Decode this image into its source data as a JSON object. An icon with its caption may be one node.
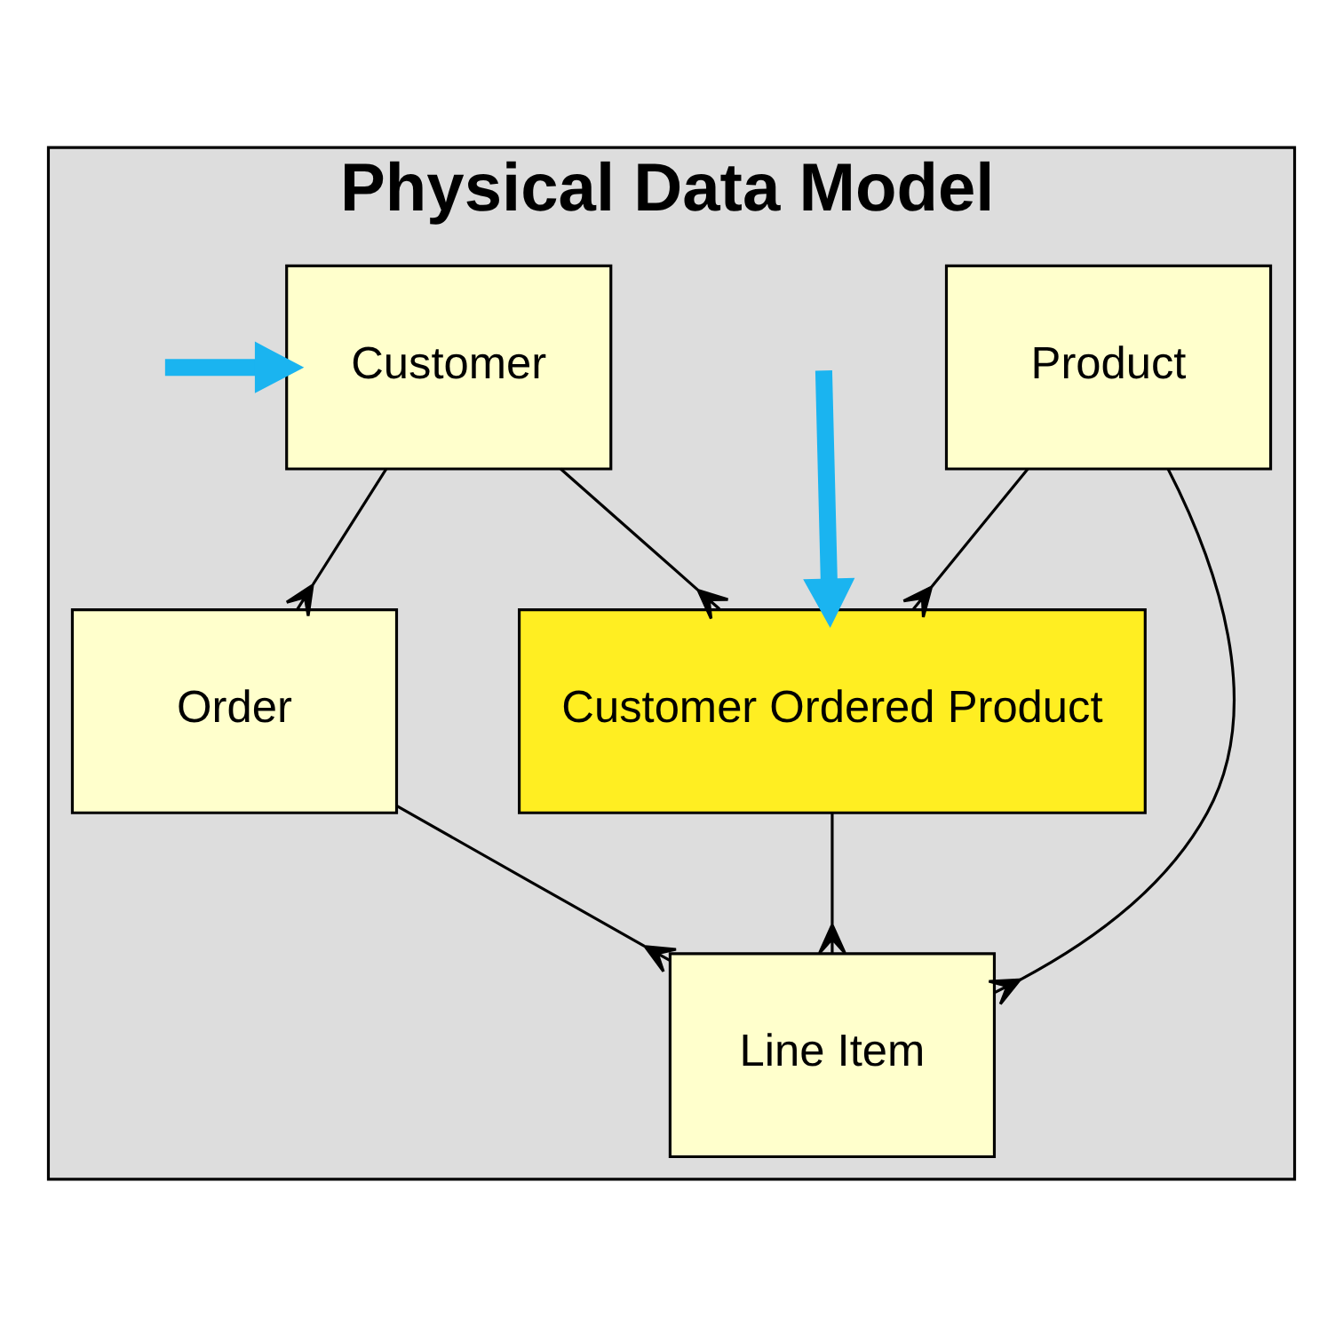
{
  "diagram": {
    "nodes": [
      {
        "text": [
          "Physical Data Model"
        ]
      },
      {
        "text": [
          "Customer"
        ],
        "in": 0
      },
      {
        "text": [
          "Product"
        ],
        "in": 0
      },
      {
        "text": [
          "Customer Ordered Product"
        ],
        "in": 0
      },
      {
        "text": [
          "Order"
        ],
        "in": 0
      },
      {
        "text": [
          "Line Item"
        ],
        "in": 0
      }
    ],
    "edges": [
      {
        "from": null,
        "to": 1,
        "arrow": "to",
        "style": "thick",
        "color": "#1ab4f0"
      },
      {
        "from": null,
        "to": 3,
        "arrow": "to",
        "style": "thick",
        "color": "#1ab4f0"
      },
      {
        "from": 1,
        "to": 3,
        "arrow": "other"
      },
      {
        "from": 2,
        "to": 3,
        "arrow": "other"
      },
      {
        "from": 1,
        "to": 4,
        "arrow": "other"
      },
      {
        "from": 2,
        "to": 5,
        "arrow": "other"
      },
      {
        "from": 3,
        "to": 5,
        "arrow": "other"
      },
      {
        "from": 4,
        "to": 5,
        "arrow": "other"
      }
    ]
  }
}
